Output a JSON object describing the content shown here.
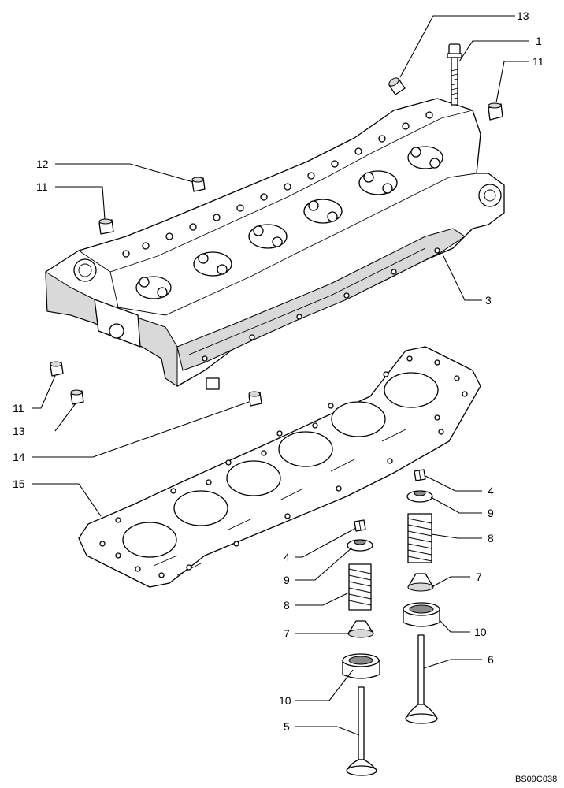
{
  "callouts": {
    "c13_top": "13",
    "c1": "1",
    "c11_top": "11",
    "c12": "12",
    "c11_left": "11",
    "c3": "3",
    "c11_low": "11",
    "c13_low": "13",
    "c14": "14",
    "c15": "15",
    "c4_right": "4",
    "c9_right": "9",
    "c8_right": "8",
    "c7_right": "7",
    "c4_left": "4",
    "c9_left": "9",
    "c8_left": "8",
    "c7_left": "7",
    "c10_right": "10",
    "c6": "6",
    "c10_left": "10",
    "c5": "5"
  },
  "reference_code": "BS09C038"
}
